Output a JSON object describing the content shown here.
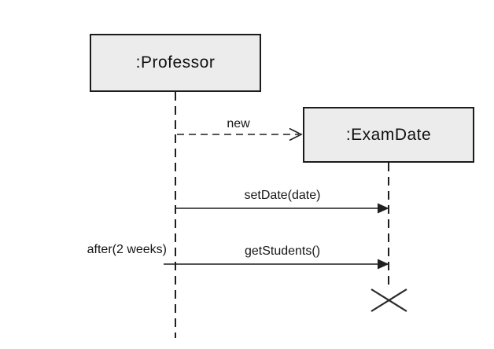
{
  "diagram": {
    "kind": "uml-sequence-diagram",
    "colors": {
      "background": "#ffffff",
      "box_fill": "#ececec",
      "box_border": "#1b1b1b",
      "line": "#1f1f1f",
      "text": "#111111"
    },
    "objects": [
      {
        "label": ":Professor"
      },
      {
        "label": ":ExamDate"
      }
    ],
    "messages": [
      {
        "label": "new",
        "line": "dashed",
        "arrowhead": "open"
      },
      {
        "label": "setDate(date)",
        "line": "solid",
        "arrowhead": "filled"
      },
      {
        "label": "getStudents()",
        "line": "solid",
        "arrowhead": "filled"
      }
    ],
    "constraint_label": "after(2 weeks)",
    "destruction_marker": "x-cross"
  }
}
